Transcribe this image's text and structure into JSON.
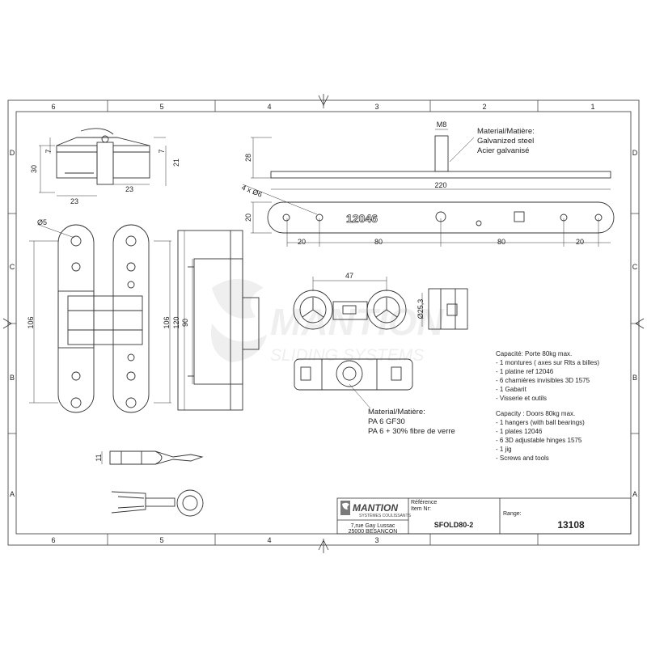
{
  "frame": {
    "column_labels": [
      "6",
      "5",
      "4",
      "3",
      "2",
      "1"
    ],
    "row_labels": [
      "D",
      "C",
      "B",
      "A"
    ]
  },
  "watermark": {
    "brand": "MANTION",
    "tagline": "SLIDING SYSTEMS"
  },
  "hinge_top": {
    "dims": [
      "7",
      "7",
      "30",
      "21",
      "23",
      "23"
    ]
  },
  "plate": {
    "stamp": "12046",
    "dims": {
      "stud": "M8",
      "height": "28",
      "length": "220",
      "holes": "4 x Ø6",
      "width": "20",
      "segments": [
        "20",
        "80",
        "80",
        "20"
      ]
    },
    "material_label": "Material/Matière:",
    "material_en": "Galvanized steel",
    "material_fr": "Acier galvanisé"
  },
  "hinge_front": {
    "dims": [
      "Ø5",
      "106",
      "106",
      "120",
      "90"
    ]
  },
  "hanger": {
    "dims": [
      "47",
      "Ø25,3"
    ],
    "material_label": "Material/Matière:",
    "material_1": "PA 6 GF30",
    "material_2": "PA 6 + 30% fibre de verre"
  },
  "jig": {
    "dims": [
      "11"
    ]
  },
  "capacity_fr": {
    "title": "Capacité: Porte 80kg max.",
    "items": [
      "- 1 montures ( axes sur Rlts a billes)",
      "- 1 platine ref 12046",
      "- 6 charnières invisibles 3D 1575",
      "- 1 Gabarit",
      "- Visserie et outils"
    ]
  },
  "capacity_en": {
    "title": "Capacity : Doors 80kg max.",
    "items": [
      "- 1 hangers (with ball bearings)",
      "- 1 plates 12046",
      "- 6 3D adjustable hinges 1575",
      "- 1 jig",
      "- Screws and tools"
    ]
  },
  "title_block": {
    "company": "MANTION",
    "company_sub": "SYSTÈMES COULISSANTS",
    "address_1": "7,rue Gay Lussac",
    "address_2": "25000 BESANCON",
    "ref_label_1": "Référence",
    "ref_label_2": "Item Nr:",
    "reference": "SFOLD80-2",
    "range_label": "Range:",
    "range": "13108"
  }
}
